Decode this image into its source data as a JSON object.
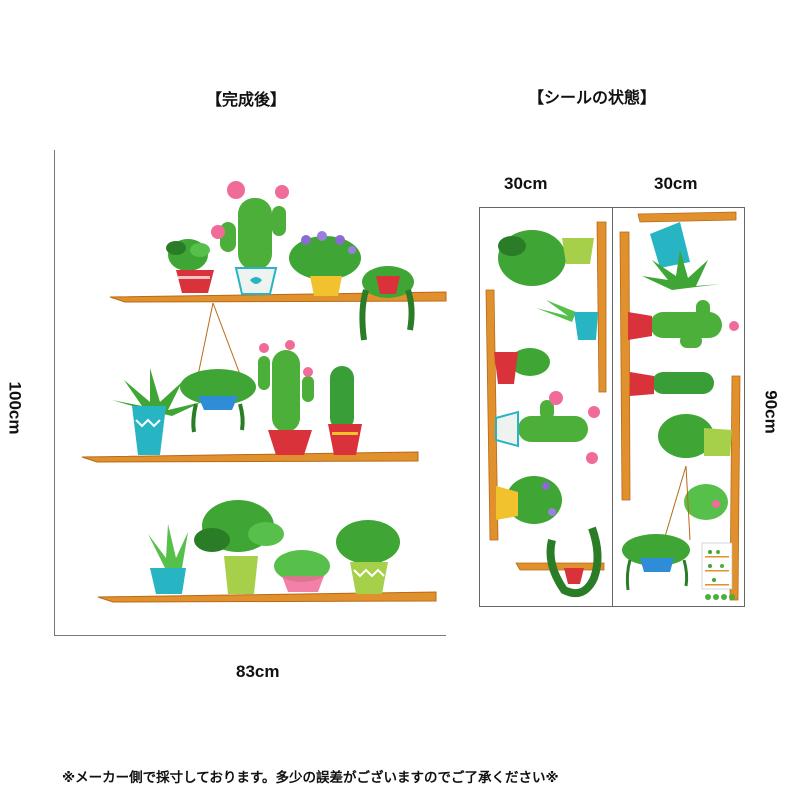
{
  "headings": {
    "completed": "【完成後】",
    "sticker_state": "【シールの状態】"
  },
  "dimensions": {
    "width_total": "83cm",
    "height_total": "100cm",
    "sheet1_width": "30cm",
    "sheet2_width": "30cm",
    "sheet_height": "90cm"
  },
  "footer_note": "※メーカー側で採寸しております。多少の誤差がございますのでご了承ください※",
  "colors": {
    "shelf": "#e0902c",
    "shelf_edge": "#b86a16",
    "leaf": "#3fa535",
    "leaf_dark": "#2a7d26",
    "cactus": "#4caf3a",
    "flower_pink": "#f06a9a",
    "pot_red": "#d9323a",
    "pot_teal": "#27b5c4",
    "pot_yellow": "#f2c12e",
    "pot_lime": "#a6d04a"
  }
}
